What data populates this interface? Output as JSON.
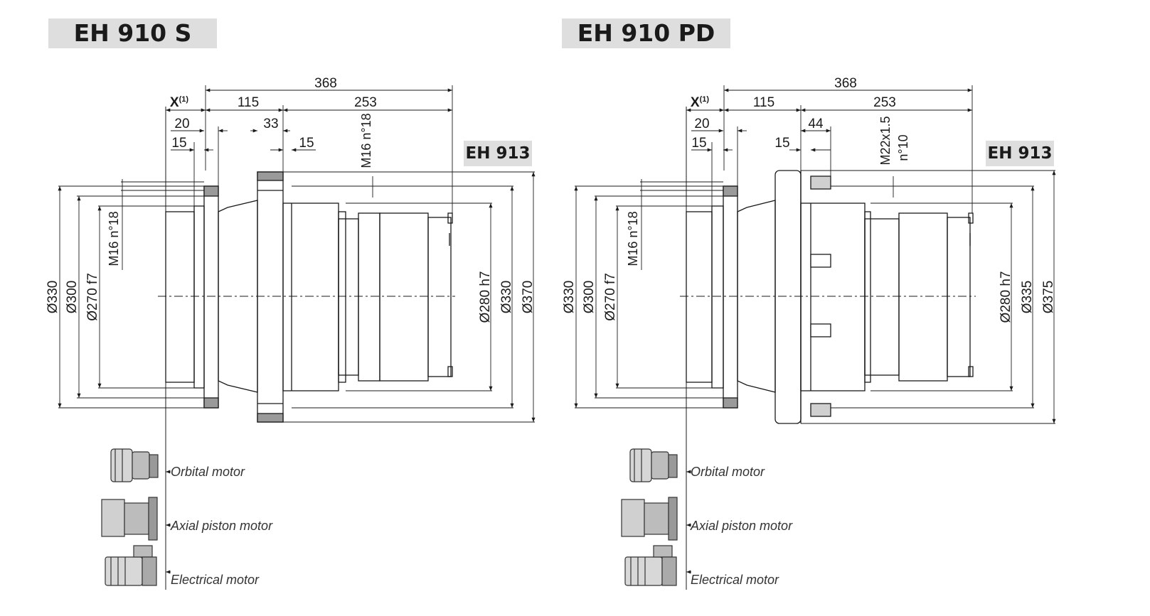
{
  "left": {
    "title": "EH 910 S",
    "model_tag": "EH 913",
    "dims": {
      "overall": "368",
      "x_label": "X",
      "x_sup": "(1)",
      "d115": "115",
      "d253": "253",
      "d20": "20",
      "d15a": "15",
      "d33": "33",
      "d15b": "15",
      "bolt_top": "M16 n°18",
      "bolt_left": "M16 n°18",
      "dia330_l": "Ø330",
      "dia300": "Ø300",
      "dia270": "Ø270 f7",
      "dia280": "Ø280 h7",
      "dia330_r": "Ø330",
      "dia_outer": "Ø370"
    }
  },
  "right": {
    "title": "EH 910 PD",
    "model_tag": "EH 913",
    "dims": {
      "overall": "368",
      "x_label": "X",
      "x_sup": "(1)",
      "d115": "115",
      "d253": "253",
      "d20": "20",
      "d15a": "15",
      "d44": "44",
      "d15b": "15",
      "bolt_top_1": "M22x1.5",
      "bolt_top_2": "n°10",
      "bolt_left": "M16 n°18",
      "dia330_l": "Ø330",
      "dia300": "Ø300",
      "dia270": "Ø270 f7",
      "dia280": "Ø280 h7",
      "dia335": "Ø335",
      "dia_outer": "Ø375"
    }
  },
  "motors": [
    "Orbital motor",
    "Axial piston  motor",
    "Electrical motor"
  ],
  "colors": {
    "title_bg": "#dedede",
    "line": "#1a1a1a"
  }
}
